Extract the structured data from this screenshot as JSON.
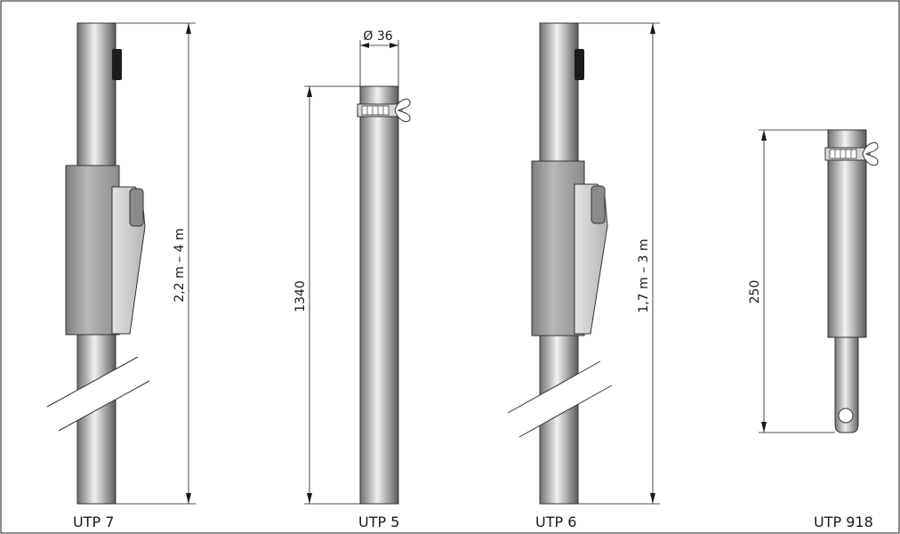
{
  "products": [
    {
      "name": "UTP 7",
      "length": "2,2 m – 4 m"
    },
    {
      "name": "UTP 5",
      "length": "1340",
      "diameter": "Ø 36"
    },
    {
      "name": "UTP 6",
      "length": "1,7 m – 3 m"
    },
    {
      "name": "UTP 918",
      "length": "250"
    }
  ],
  "colors": {
    "line": "#1a1a1a",
    "steel_dark": "#6f6f6f",
    "steel_light": "#f2f2f2",
    "sleeve": "#9a9a9a",
    "handle": "#c8c8c8",
    "catch": "#1c1c1c"
  }
}
